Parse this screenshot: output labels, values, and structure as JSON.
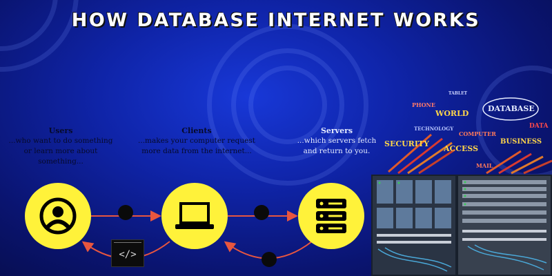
{
  "title": "HOW DATABASE INTERNET WORKS",
  "descriptions": [
    {
      "heading": "Users",
      "lines": [
        "...who want to do something",
        "or learn more about something..."
      ]
    },
    {
      "heading": "Clients",
      "lines": [
        "...makes your computer request",
        "more data from the internet..."
      ]
    },
    {
      "heading": "Servers",
      "lines": [
        "...which servers fetch",
        "and return to you."
      ]
    }
  ],
  "nodes": [
    {
      "name": "user",
      "icon": "user-icon"
    },
    {
      "name": "client",
      "icon": "laptop-icon"
    },
    {
      "name": "server",
      "icon": "server-icon"
    }
  ],
  "code_symbol": "</>",
  "word_cloud": [
    "TABLET",
    "PHONE",
    "WORLD",
    "DATABASE",
    "DATA",
    "TECHNOLOGY",
    "COMPUTER",
    "SECURITY",
    "BUSINESS",
    "ACCESS",
    "MAIL"
  ],
  "colors": {
    "node": "#fff23a",
    "arrow": "#e8563f",
    "background": "#0f24a8"
  }
}
